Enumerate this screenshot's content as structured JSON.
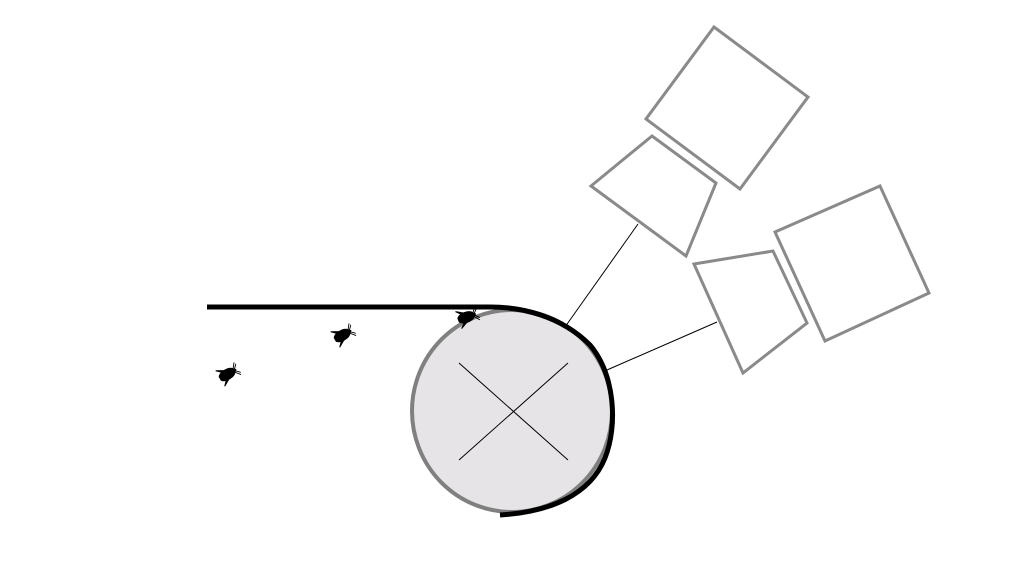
{
  "diagram": {
    "colors": {
      "background": "#ffffff",
      "belt": "#000000",
      "roller_fill": "#e6e4e6",
      "roller_stroke": "#808080",
      "camera_stroke": "#8a8a8a",
      "sight_line": "#000000",
      "insect": "#000000"
    },
    "components": {
      "belt": "conveyor-belt",
      "roller": "roller-drum",
      "roller_axis_icon": "cross-icon",
      "cameras": [
        "camera-upper",
        "camera-lower"
      ],
      "insects": [
        "fly-icon",
        "fly-icon",
        "fly-icon"
      ]
    }
  }
}
